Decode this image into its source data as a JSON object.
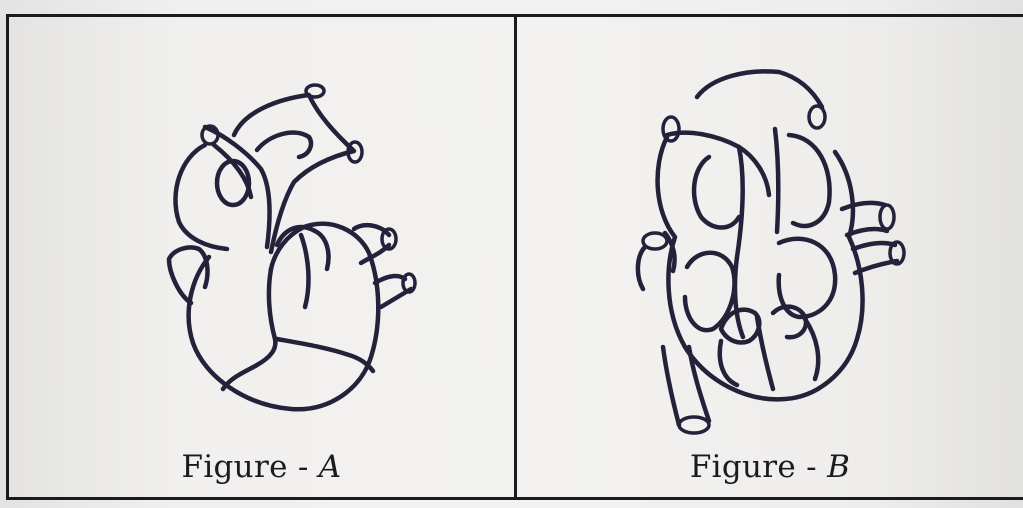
{
  "figures": [
    {
      "id": "A",
      "caption_prefix": "Figure - ",
      "caption_letter": "A",
      "view": "external heart"
    },
    {
      "id": "B",
      "caption_prefix": "Figure - ",
      "caption_letter": "B",
      "view": "sectional heart"
    }
  ],
  "colors": {
    "ink": "#24223a",
    "paper": "#f2f1ef",
    "border": "#1b1a1f"
  }
}
